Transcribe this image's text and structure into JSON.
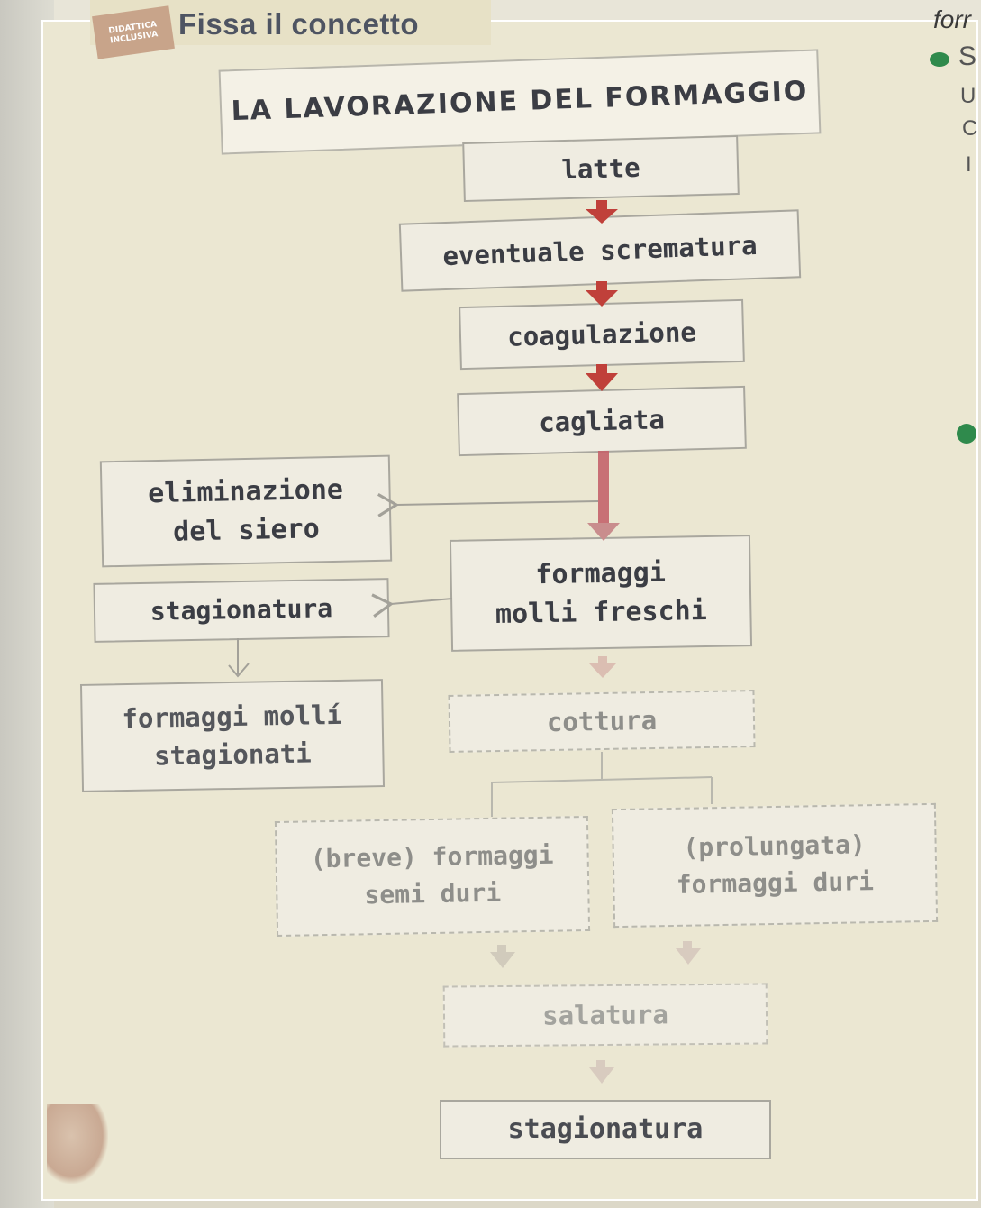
{
  "header": {
    "title": "Fissa il concetto",
    "badge_text": "DIDATTICA INCLUSIVA",
    "corner_text": "forr"
  },
  "side_fragments": [
    "S",
    "U",
    "C",
    "I"
  ],
  "diagram": {
    "title": "LA LAVORAZIONE DEL FORMAGGIO",
    "steps": {
      "latte": "latte",
      "scrematura": "eventuale scrematura",
      "coagulazione": "coagulazione",
      "cagliata": "cagliata",
      "eliminazione_siero": "eliminazione del siero",
      "formaggi_molli_freschi": "formaggi molli freschi",
      "stagionatura_molli": "stagionatura",
      "formaggi_molli_stagionati": "formaggi mollí stagionati",
      "cottura": "cottura",
      "semi_duri": "(breve) formaggi semi duri",
      "duri": "(prolungata) formaggi duri",
      "salatura": "salatura",
      "stagionatura_finale": "stagionatura"
    }
  },
  "colors": {
    "arrow_red": "#c0403a",
    "panel": "#ebe7d2",
    "text": "#3b3d44",
    "bullet_green": "#2f8a4c"
  }
}
